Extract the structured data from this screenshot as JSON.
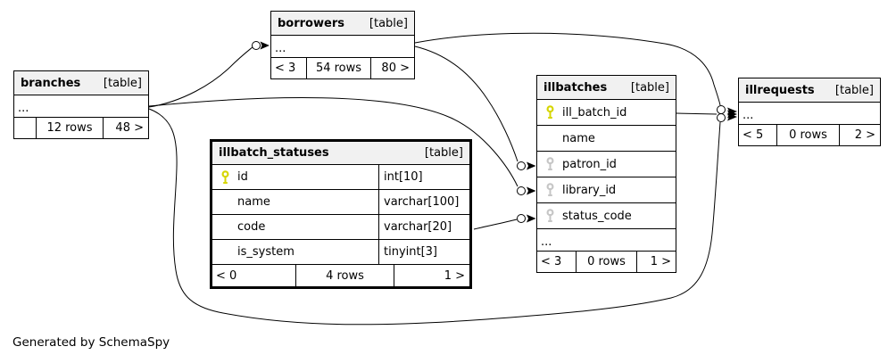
{
  "diagram": {
    "generator_note": "Generated by SchemaSpy",
    "colors": {
      "border": "#000000",
      "header_background": "#f1f1f1",
      "primary_key_icon": "#d6d600",
      "foreign_key_icon": "#c6c6c6",
      "relationship_line": "#000000"
    },
    "tables": {
      "borrowers": {
        "name": "borrowers",
        "type_label": "[table]",
        "ellipsis": "...",
        "footer": {
          "prev": "< 3",
          "rows": "54 rows",
          "next": "80 >"
        }
      },
      "branches": {
        "name": "branches",
        "type_label": "[table]",
        "ellipsis": "...",
        "footer": {
          "prev": "",
          "rows": "12 rows",
          "next": "48 >"
        }
      },
      "illbatch_statuses": {
        "name": "illbatch_statuses",
        "type_label": "[table]",
        "columns": [
          {
            "name": "id",
            "type": "int[10]",
            "icon": "primary-key-icon"
          },
          {
            "name": "name",
            "type": "varchar[100]",
            "icon": null
          },
          {
            "name": "code",
            "type": "varchar[20]",
            "icon": null
          },
          {
            "name": "is_system",
            "type": "tinyint[3]",
            "icon": null
          }
        ],
        "footer": {
          "prev": "< 0",
          "rows": "4 rows",
          "next": "1 >"
        }
      },
      "illbatches": {
        "name": "illbatches",
        "type_label": "[table]",
        "columns": [
          {
            "name": "ill_batch_id",
            "icon": "primary-key-icon"
          },
          {
            "name": "name",
            "icon": null
          },
          {
            "name": "patron_id",
            "icon": "foreign-key-icon"
          },
          {
            "name": "library_id",
            "icon": "foreign-key-icon"
          },
          {
            "name": "status_code",
            "icon": "foreign-key-icon"
          }
        ],
        "ellipsis": "...",
        "footer": {
          "prev": "< 3",
          "rows": "0 rows",
          "next": "1 >"
        }
      },
      "illrequests": {
        "name": "illrequests",
        "type_label": "[table]",
        "ellipsis": "...",
        "footer": {
          "prev": "< 5",
          "rows": "0 rows",
          "next": "2 >"
        }
      }
    },
    "relationships": [
      {
        "source": "branches",
        "target": "borrowers"
      },
      {
        "source": "borrowers",
        "target": "illbatches.patron_id"
      },
      {
        "source": "branches",
        "target": "illbatches.library_id"
      },
      {
        "source": "illbatch_statuses.code",
        "target": "illbatches.status_code"
      },
      {
        "source": "illbatches.ill_batch_id",
        "target": "illrequests"
      },
      {
        "source": "borrowers",
        "target": "illrequests"
      },
      {
        "source": "branches",
        "target": "illrequests"
      }
    ]
  }
}
